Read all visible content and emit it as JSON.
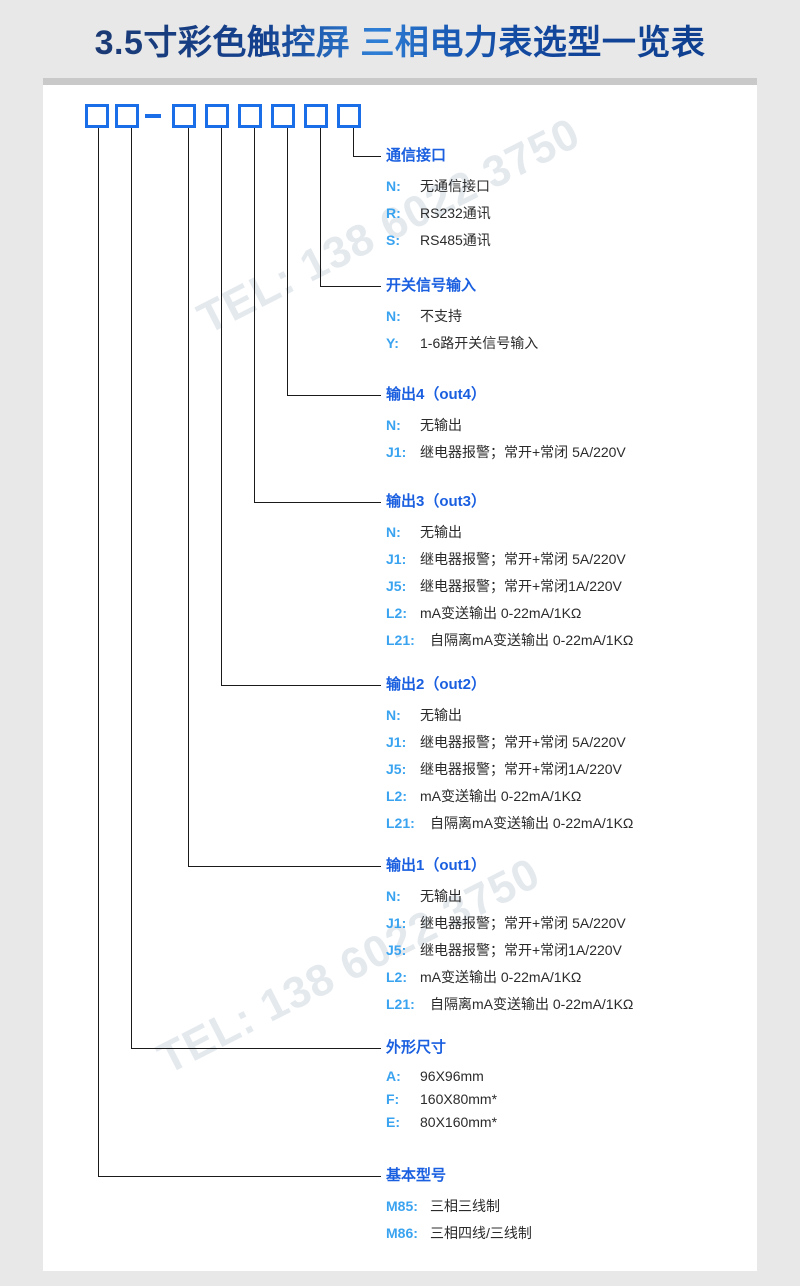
{
  "title": "3.5寸彩色触控屏 三相电力表选型一览表",
  "watermark": "TEL: 138 6022 3750",
  "model_string": {
    "boxes": [
      "",
      "",
      "",
      "",
      "",
      "",
      "",
      ""
    ],
    "separator": "–"
  },
  "colors": {
    "heading_blue": "#1a5fe0",
    "code_blue": "#3aa3f0",
    "box_blue": "#1a6fe8",
    "text_dark": "#2b2b2b",
    "page_bg": "#e8e8e8",
    "card_bg": "#ffffff"
  },
  "sections": [
    {
      "heading": "通信接口",
      "options": [
        {
          "code": "N:",
          "desc": "无通信接口"
        },
        {
          "code": "R:",
          "desc": "RS232通讯"
        },
        {
          "code": "S:",
          "desc": "RS485通讯"
        }
      ]
    },
    {
      "heading": "开关信号输入",
      "options": [
        {
          "code": "N:",
          "desc": "不支持"
        },
        {
          "code": "Y:",
          "desc": "1-6路开关信号输入"
        }
      ]
    },
    {
      "heading": "输出4（out4）",
      "options": [
        {
          "code": "N:",
          "desc": "无输出"
        },
        {
          "code": "J1:",
          "desc": "继电器报警；常开+常闭 5A/220V"
        }
      ]
    },
    {
      "heading": "输出3（out3）",
      "options": [
        {
          "code": "N:",
          "desc": "无输出"
        },
        {
          "code": "J1:",
          "desc": "继电器报警；常开+常闭 5A/220V"
        },
        {
          "code": "J5:",
          "desc": "继电器报警；常开+常闭1A/220V"
        },
        {
          "code": "L2:",
          "desc": "mA变送输出 0-22mA/1KΩ"
        },
        {
          "code": "L21:",
          "desc": "自隔离mA变送输出 0-22mA/1KΩ"
        }
      ]
    },
    {
      "heading": "输出2（out2）",
      "options": [
        {
          "code": "N:",
          "desc": "无输出"
        },
        {
          "code": "J1:",
          "desc": "继电器报警；常开+常闭 5A/220V"
        },
        {
          "code": "J5:",
          "desc": "继电器报警；常开+常闭1A/220V"
        },
        {
          "code": "L2:",
          "desc": "mA变送输出 0-22mA/1KΩ"
        },
        {
          "code": "L21:",
          "desc": "自隔离mA变送输出 0-22mA/1KΩ"
        }
      ]
    },
    {
      "heading": "输出1（out1）",
      "options": [
        {
          "code": "N:",
          "desc": "无输出"
        },
        {
          "code": "J1:",
          "desc": "继电器报警；常开+常闭 5A/220V"
        },
        {
          "code": "J5:",
          "desc": "继电器报警；常开+常闭1A/220V"
        },
        {
          "code": "L2:",
          "desc": "mA变送输出 0-22mA/1KΩ"
        },
        {
          "code": "L21:",
          "desc": "自隔离mA变送输出 0-22mA/1KΩ"
        }
      ]
    },
    {
      "heading": "外形尺寸",
      "options": [
        {
          "code": "A:",
          "desc": "96X96mm"
        },
        {
          "code": "F:",
          "desc": "160X80mm*"
        },
        {
          "code": "E:",
          "desc": "80X160mm*"
        }
      ]
    },
    {
      "heading": "基本型号",
      "options": [
        {
          "code": "M85:",
          "desc": "三相三线制"
        },
        {
          "code": "M86:",
          "desc": "三相四线/三线制"
        }
      ]
    }
  ]
}
